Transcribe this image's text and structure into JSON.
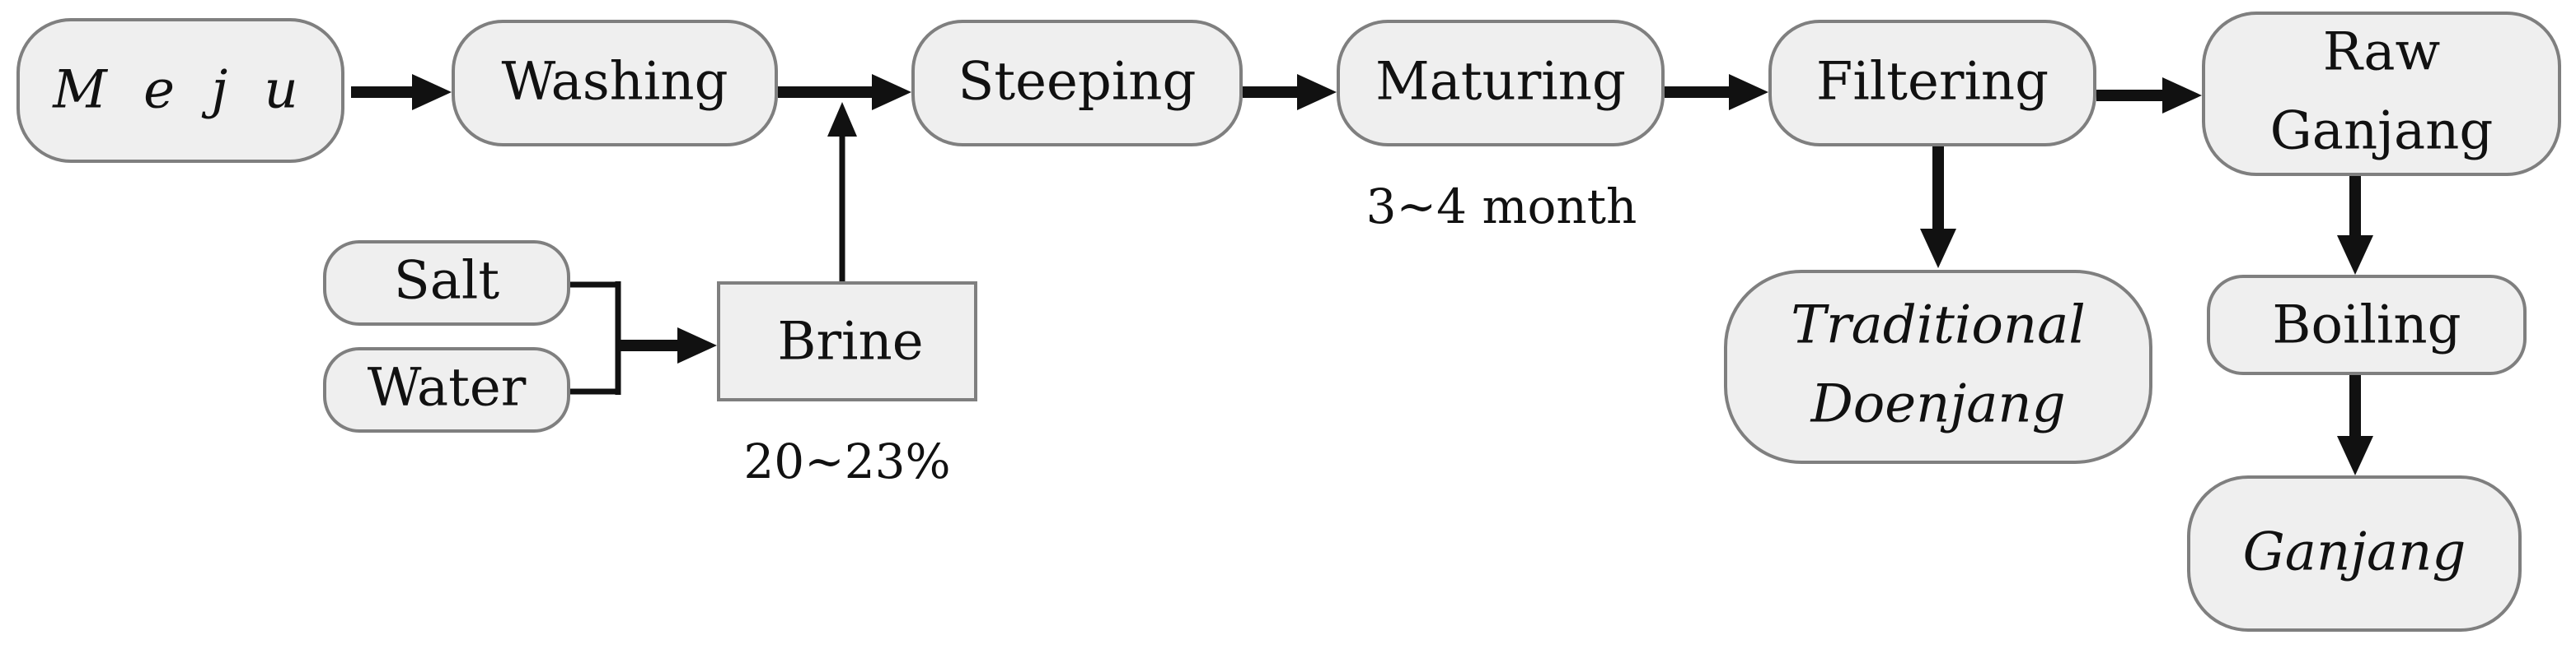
{
  "diagram": {
    "nodes": {
      "meju": "M e j u",
      "washing": "Washing",
      "steeping": "Steeping",
      "maturing": "Maturing",
      "filtering": "Filtering",
      "raw_ganjang_line1": "Raw",
      "raw_ganjang_line2": "Ganjang",
      "salt": "Salt",
      "water": "Water",
      "brine": "Brine",
      "traditional_doenjang_line1": "Traditional",
      "traditional_doenjang_line2": "Doenjang",
      "boiling": "Boiling",
      "ganjang": "Ganjang"
    },
    "notes": {
      "brine_concentration": "20~23%",
      "maturing_duration": "3~4 month"
    }
  }
}
